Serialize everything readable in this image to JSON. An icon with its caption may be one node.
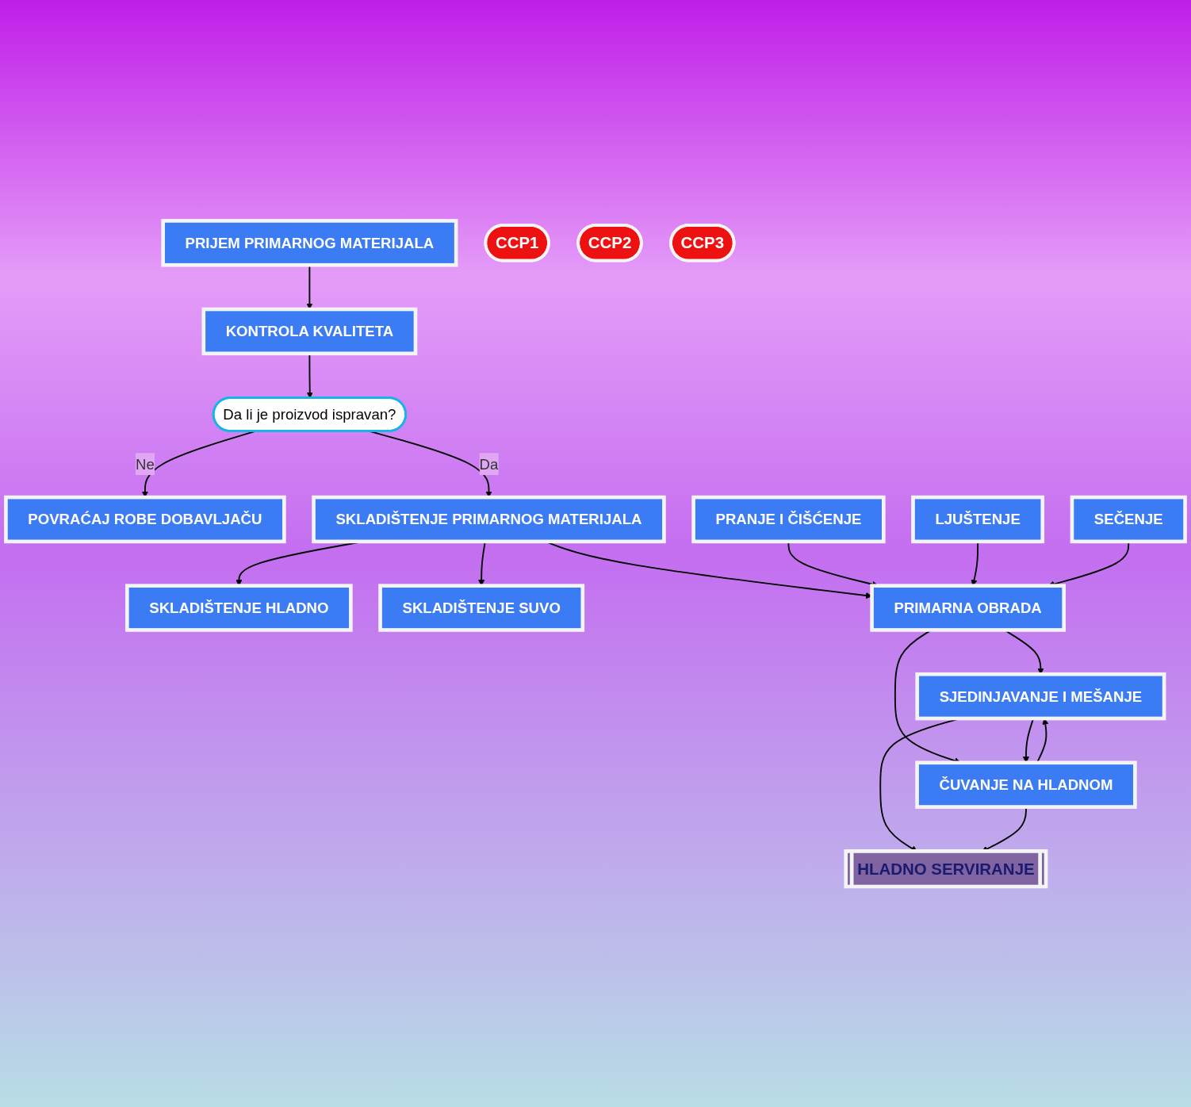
{
  "diagram": {
    "nodes": [
      {
        "text": [
          "PRIJEM PRIMARNOG MATERIJALA"
        ]
      },
      {
        "text": [
          "CCP1"
        ]
      },
      {
        "text": [
          "KONTROLA KVALITETA"
        ]
      },
      {
        "text": [
          "Da li je proizvod ispravan?"
        ]
      },
      {
        "text": [
          "POVRAĆAJ ROBE DOBAVLJAČU"
        ]
      },
      {
        "text": [
          "SKLADIŠTENJE PRIMARNOG MATERIJALA"
        ]
      },
      {
        "text": [
          "SKLADIŠTENJE HLADNO"
        ]
      },
      {
        "text": [
          "CCP2"
        ]
      },
      {
        "text": [
          "SKLADIŠTENJE SUVO"
        ]
      },
      {
        "text": [
          "PRANJE I ČIŠĆENJE"
        ]
      },
      {
        "text": [
          "LJUŠTENJE"
        ]
      },
      {
        "text": [
          "SEČENJE"
        ]
      },
      {
        "text": [
          "PRIMARNA OBRADA"
        ]
      },
      {
        "text": [
          "SJEDINJAVANJE I MEŠANJE"
        ]
      },
      {
        "text": [
          "ČUVANJE NA HLADNOM"
        ]
      },
      {
        "text": [
          "CCP3"
        ]
      },
      {
        "text": [
          "HLADNO SERVIRANJE"
        ]
      }
    ],
    "edges": [
      {
        "from": 0,
        "to": 2,
        "arrow": "to"
      },
      {
        "from": 2,
        "to": 3,
        "arrow": "to"
      },
      {
        "from": 3,
        "to": 4,
        "arrow": "to",
        "label": "Ne"
      },
      {
        "from": 3,
        "to": 5,
        "arrow": "to",
        "label": "Da"
      },
      {
        "from": 5,
        "to": 6,
        "arrow": "to"
      },
      {
        "from": 5,
        "to": 8,
        "arrow": "to"
      },
      {
        "from": 5,
        "to": 12,
        "arrow": "to"
      },
      {
        "from": 9,
        "to": 12,
        "arrow": "to"
      },
      {
        "from": 10,
        "to": 12,
        "arrow": "to"
      },
      {
        "from": 11,
        "to": 12,
        "arrow": "to"
      },
      {
        "from": 12,
        "to": 13,
        "arrow": "to"
      },
      {
        "from": 12,
        "to": 14,
        "arrow": "to"
      },
      {
        "from": 13,
        "to": 14,
        "arrow": "to"
      },
      {
        "from": 14,
        "to": 13,
        "arrow": "to"
      },
      {
        "from": 13,
        "to": 16,
        "arrow": "to"
      },
      {
        "from": 14,
        "to": 16,
        "arrow": "to"
      }
    ]
  }
}
